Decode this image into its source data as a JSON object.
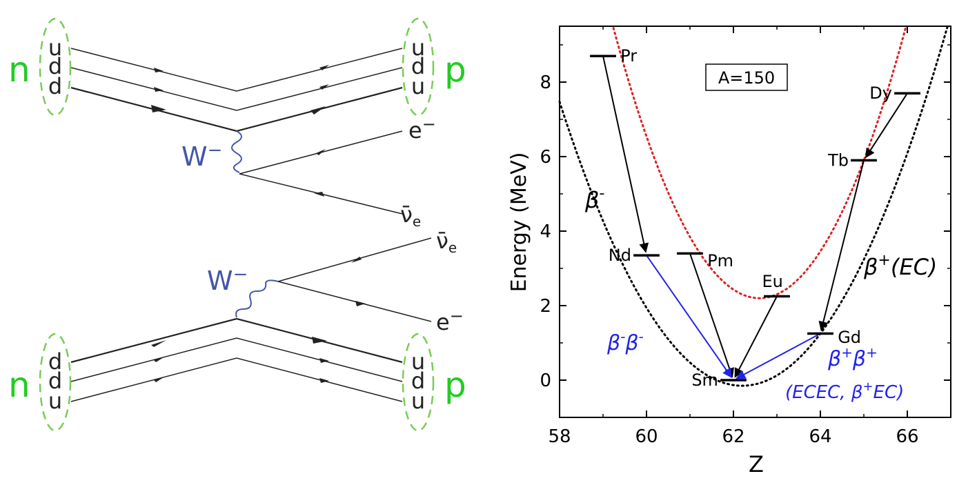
{
  "feynman": {
    "colors": {
      "hadron": "#22cc22",
      "boson": "#4455aa",
      "line": "#222222"
    },
    "top": {
      "in_particle": "n",
      "in_quarks": [
        "u",
        "d",
        "d"
      ],
      "out_particle": "p",
      "out_quarks": [
        "u",
        "d",
        "u"
      ],
      "boson": "W",
      "boson_charge": "−",
      "lepton_bar": "ν̄",
      "lepton_bar_sub": "e",
      "lepton": "e",
      "lepton_charge": "−"
    },
    "bottom": {
      "in_particle": "n",
      "in_quarks": [
        "d",
        "d",
        "u"
      ],
      "out_particle": "p",
      "out_quarks": [
        "u",
        "d",
        "u"
      ],
      "boson": "W",
      "boson_charge": "−",
      "lepton_bar": "ν̄",
      "lepton_bar_sub": "e",
      "lepton": "e",
      "lepton_charge": "−"
    }
  },
  "chart_data": {
    "type": "scatter",
    "xlabel": "Z",
    "ylabel": "Energy (MeV)",
    "xlim": [
      58,
      67
    ],
    "ylim": [
      -1,
      9.5
    ],
    "xticks": [
      58,
      60,
      62,
      64,
      66
    ],
    "yticks": [
      0,
      2,
      4,
      6,
      8
    ],
    "annotation_box": "A=150",
    "colors": {
      "main": "#000000",
      "red_curve": "#dd2222",
      "double_beta": "#2222ee"
    },
    "levels": [
      {
        "element": "Pr",
        "z": 59,
        "energy": 8.7
      },
      {
        "element": "Nd",
        "z": 60,
        "energy": 3.35
      },
      {
        "element": "Pm",
        "z": 61,
        "energy": 3.4
      },
      {
        "element": "Sm",
        "z": 62,
        "energy": 0
      },
      {
        "element": "Eu",
        "z": 63,
        "energy": 2.25
      },
      {
        "element": "Gd",
        "z": 64,
        "energy": 1.25
      },
      {
        "element": "Tb",
        "z": 65,
        "energy": 5.9
      },
      {
        "element": "Dy",
        "z": 66,
        "energy": 7.7
      }
    ],
    "single_decays": [
      {
        "from": "Pr",
        "to": "Nd"
      },
      {
        "from": "Pm",
        "to": "Sm"
      },
      {
        "from": "Eu",
        "to": "Sm"
      },
      {
        "from": "Dy",
        "to": "Tb"
      },
      {
        "from": "Tb",
        "to": "Gd"
      }
    ],
    "double_decays": [
      {
        "from": "Nd",
        "to": "Sm"
      },
      {
        "from": "Gd",
        "to": "Sm"
      }
    ],
    "curves": {
      "odd_odd": {
        "vertex_z": 62.6,
        "vertex_energy": 2.2,
        "through": [
          65,
          5.9
        ],
        "style": "dotted red"
      },
      "even_even": {
        "vertex_z": 62.2,
        "vertex_energy": -0.15,
        "through": [
          64,
          1.25
        ],
        "style": "dotted black"
      }
    },
    "labels": {
      "beta_minus": "β",
      "beta_minus_sup": "-",
      "beta_plus": "β",
      "beta_plus_sup": "+",
      "beta_plus_suffix": "(EC)",
      "double_minus": "β",
      "double_minus_sup1": "-",
      "double_minus_mid": "β",
      "double_minus_sup2": "-",
      "double_plus": "β",
      "double_plus_sup1": "+",
      "double_plus_mid": "β",
      "double_plus_sup2": "+",
      "double_plus_line2_a": "(ECEC, β",
      "double_plus_line2_sup": "+",
      "double_plus_line2_b": "EC)"
    }
  }
}
